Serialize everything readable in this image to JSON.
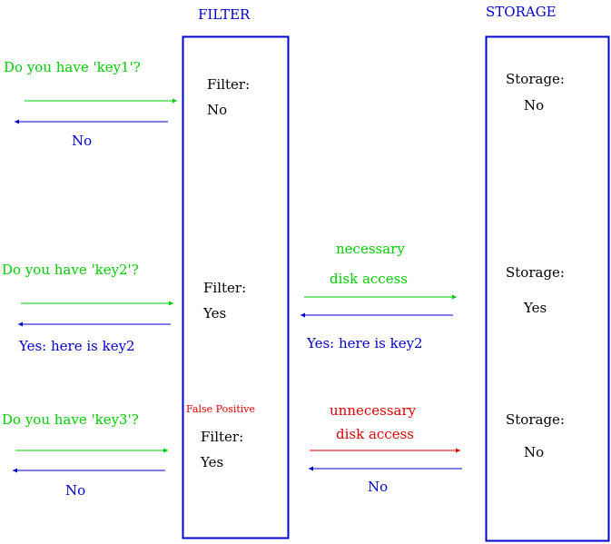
{
  "headers": {
    "filter": "FILTER",
    "storage": "STORAGE"
  },
  "colors": {
    "box_border": "#0000cc",
    "query": "#00cc00",
    "response": "#0000cc",
    "false_positive": "#dd0000",
    "necessary_access": "#00cc00",
    "label": "#000000"
  },
  "rows": [
    {
      "question": "Do you have 'key1'?",
      "filter_label": "Filter:",
      "filter_value": "No",
      "storage_label": "Storage:",
      "storage_value": "No",
      "reply": "No"
    },
    {
      "question": "Do you have 'key2'?",
      "filter_label": "Filter:",
      "filter_value": "Yes",
      "access_line1": "necessary",
      "access_line2": "disk access",
      "storage_reply": "Yes: here is key2",
      "storage_label": "Storage:",
      "storage_value": "Yes",
      "reply": "Yes: here is key2"
    },
    {
      "question": "Do you have 'key3'?",
      "false_positive": "False Positive",
      "filter_label": "Filter:",
      "filter_value": "Yes",
      "access_line1": "unnecessary",
      "access_line2": "disk access",
      "storage_reply": "No",
      "storage_label": "Storage:",
      "storage_value": "No",
      "reply": "No"
    }
  ]
}
